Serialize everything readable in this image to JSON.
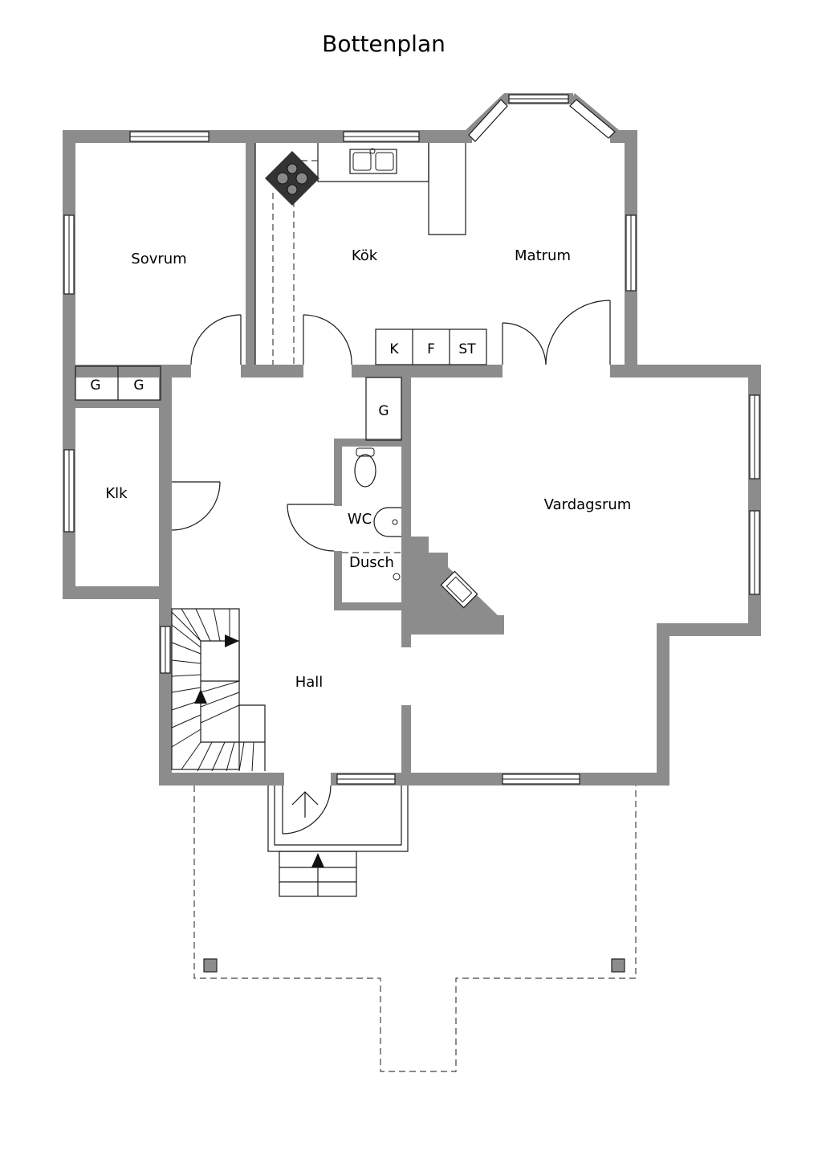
{
  "title": "Bottenplan",
  "rooms": {
    "sovrum": "Sovrum",
    "kok": "Kök",
    "matrum": "Matrum",
    "klk": "Klk",
    "wc": "WC",
    "dusch": "Dusch",
    "vardagsrum": "Vardagsrum",
    "hall": "Hall"
  },
  "fixtures": {
    "g1": "G",
    "g2": "G",
    "g3": "G",
    "k": "K",
    "f": "F",
    "st": "ST"
  },
  "colors": {
    "wall": "#8c8c8c",
    "line": "#1a1a1a",
    "background": "#ffffff"
  }
}
